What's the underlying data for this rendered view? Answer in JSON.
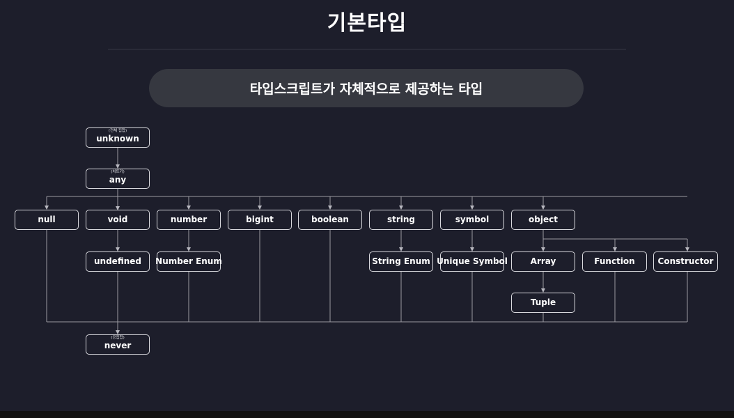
{
  "title": "기본타입",
  "subtitle": "타입스크립트가 자체적으로 제공하는 타입",
  "nodes": {
    "unknown": {
      "note": "(전체 집합)",
      "label": "unknown"
    },
    "any": {
      "note": "(치트키)",
      "label": "any"
    },
    "null": {
      "label": "null"
    },
    "void": {
      "label": "void"
    },
    "number": {
      "label": "number"
    },
    "bigint": {
      "label": "bigint"
    },
    "boolean": {
      "label": "boolean"
    },
    "string": {
      "label": "string"
    },
    "symbol": {
      "label": "symbol"
    },
    "object": {
      "label": "object"
    },
    "undefined": {
      "label": "undefined"
    },
    "number_enum": {
      "label": "Number Enum"
    },
    "string_enum": {
      "label": "String Enum"
    },
    "unique_symbol": {
      "label": "Unique Symbol"
    },
    "array": {
      "label": "Array"
    },
    "function": {
      "label": "Function"
    },
    "constructor": {
      "label": "Constructor"
    },
    "tuple": {
      "label": "Tuple"
    },
    "never": {
      "note": "(공집합)",
      "label": "never"
    }
  },
  "colors": {
    "background": "#1d1e2b",
    "node_border": "#d9d9de",
    "connector": "#9a9aa2",
    "pill": "#363840"
  }
}
